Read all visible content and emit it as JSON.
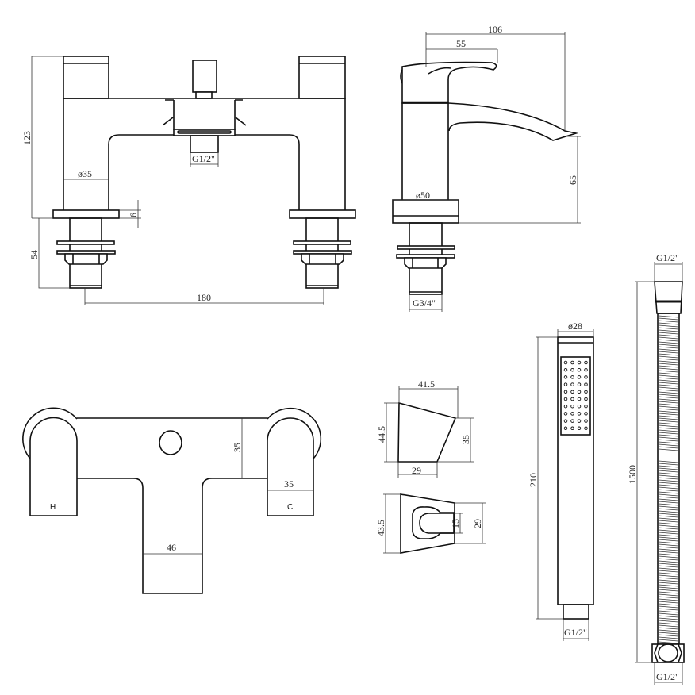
{
  "bath_filler": {
    "height": "123",
    "base_height": "54",
    "plate_thickness": "6",
    "pillar_diameter": "ø35",
    "centres": "180",
    "outlet_thread": "G1/2\""
  },
  "basin_mixer": {
    "projection": "106",
    "lever_length": "55",
    "spout_height": "65",
    "base_diameter": "ø50",
    "thread": "G3/4\""
  },
  "top_view": {
    "depth": "35",
    "handle_width": "35",
    "spout_width": "46",
    "hot_label": "H",
    "cold_label": "C"
  },
  "holder": {
    "top_width": "41.5",
    "height_left": "44.5",
    "height_right": "35",
    "bottom_width": "29",
    "plan_height": "43.5",
    "plan_inner": "15",
    "plan_outer": "29"
  },
  "hand_shower": {
    "diameter": "ø28",
    "length": "210",
    "thread": "G1/2\""
  },
  "hose": {
    "top_thread": "G1/2\"",
    "length": "1500",
    "bottom_thread": "G1/2\""
  }
}
